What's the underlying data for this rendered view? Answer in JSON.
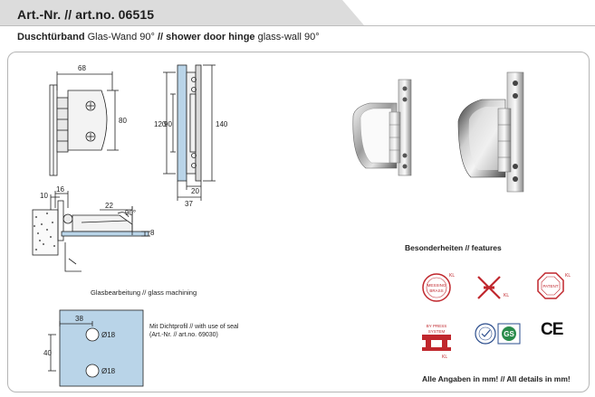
{
  "header": {
    "article_number": "Art.-Nr. // art.no. 06515"
  },
  "subtitle": {
    "de_bold": "Duschtürband",
    "de_rest": " Glas-Wand 90°",
    "separator": " // ",
    "en_bold": "shower door hinge",
    "en_rest": " glass-wall 90°"
  },
  "drawing": {
    "dim_68": "68",
    "dim_80": "80",
    "dim_120": "120",
    "dim_90": "90",
    "dim_140": "140",
    "dim_20": "20",
    "dim_37": "37",
    "dim_16": "16",
    "dim_10": "10",
    "dim_22": "22",
    "dim_90deg": "90°",
    "dim_8": "8",
    "dim_38": "38",
    "dim_40": "40",
    "hole_1": "Ø18",
    "hole_2": "Ø18"
  },
  "labels": {
    "glass_machining": "Glasbearbeitung // glass machining",
    "seal_line1": "Mit Dichtprofil // with use of seal",
    "seal_line2": "(Art.-Nr. // art.no. 69030)",
    "features": "Besonderheiten // features",
    "all_details": "Alle Angaben in mm! // All details in mm!"
  },
  "badges": {
    "kl_1": "KL",
    "messing": "MESSING",
    "brass": "BRASS",
    "kl_2": "KL",
    "kl_3": "KL",
    "patent": "PATENT",
    "press_line1": "BY PRESS",
    "press_line2": "SYSTEM",
    "kl_4": "KL",
    "gs": "GS",
    "ce": "CE"
  },
  "colors": {
    "header_bar": "#dcdcdc",
    "glass": "#b9d4e8",
    "panel_border": "#b5b5b5",
    "badge_red": "#c0272d"
  }
}
